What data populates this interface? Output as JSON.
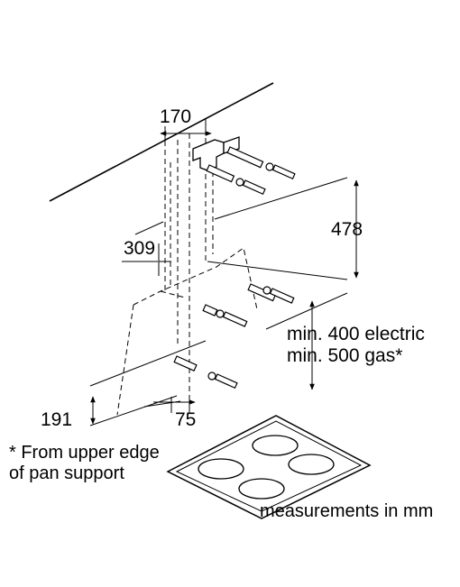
{
  "dimensions": {
    "width_top": "170",
    "height_right": "478",
    "left_offset": "309",
    "bottom_left": "191",
    "bottom_small": "75"
  },
  "clearance": {
    "line1": "min. 400 electric",
    "line2": "min. 500 gas*"
  },
  "footnote": {
    "line1": "* From upper edge",
    "line2": "of pan support"
  },
  "units_note": "measurements in mm"
}
